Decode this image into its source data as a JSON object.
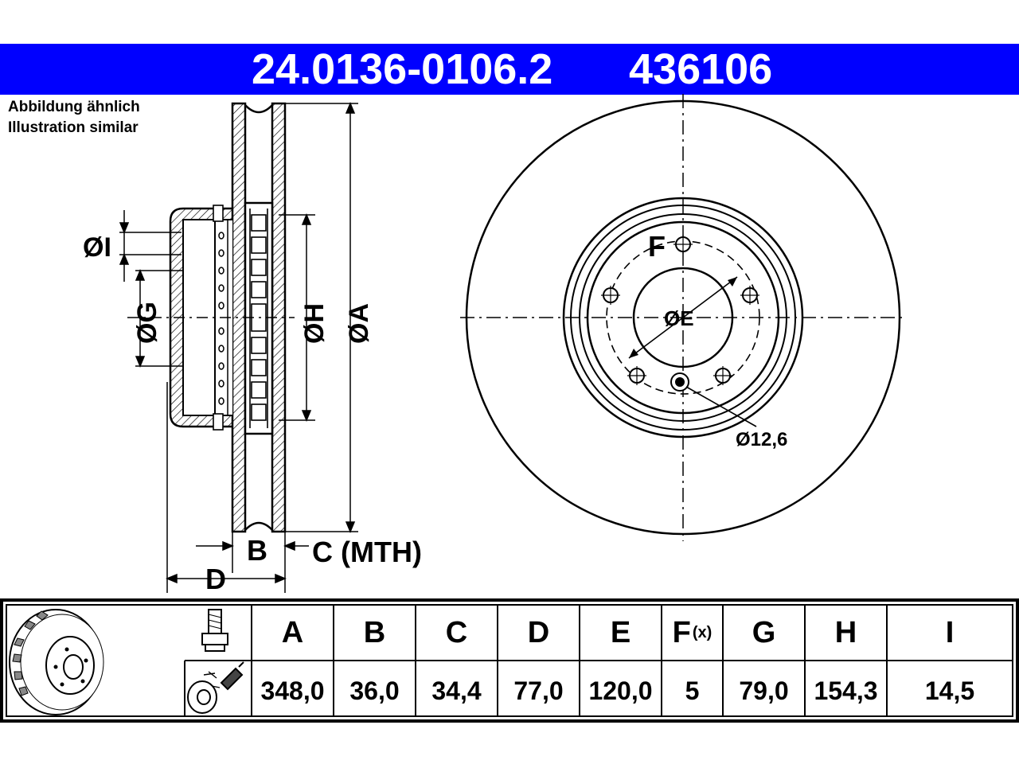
{
  "header": {
    "part_number": "24.0136-0106.2",
    "ref_number": "436106"
  },
  "note": {
    "de": "Abbildung ähnlich",
    "en": "Illustration similar"
  },
  "diagram_labels": {
    "I": "ØI",
    "G": "ØG",
    "H": "ØH",
    "A": "ØA",
    "B": "B",
    "C": "C (MTH)",
    "D": "D",
    "F": "F",
    "E": "ØE",
    "hole": "Ø12,6"
  },
  "table": {
    "columns": [
      {
        "key": "A",
        "header": "A",
        "value": "348,0"
      },
      {
        "key": "B",
        "header": "B",
        "value": "36,0"
      },
      {
        "key": "C",
        "header": "C",
        "value": "34,4"
      },
      {
        "key": "D",
        "header": "D",
        "value": "77,0"
      },
      {
        "key": "E",
        "header": "E",
        "value": "120,0"
      },
      {
        "key": "F",
        "header": "F",
        "header_sub": "(x)",
        "value": "5"
      },
      {
        "key": "G",
        "header": "G",
        "value": "79,0"
      },
      {
        "key": "H",
        "header": "H",
        "value": "154,3"
      },
      {
        "key": "I",
        "header": "I",
        "value": "14,5"
      }
    ]
  },
  "icons": {
    "disc": "brake-disc-icon",
    "bolt": "bolt-icon",
    "spray": "spray-cleaner-icon"
  },
  "colors": {
    "banner": "#0000ff",
    "banner_text": "#ffffff",
    "lines": "#000000"
  }
}
